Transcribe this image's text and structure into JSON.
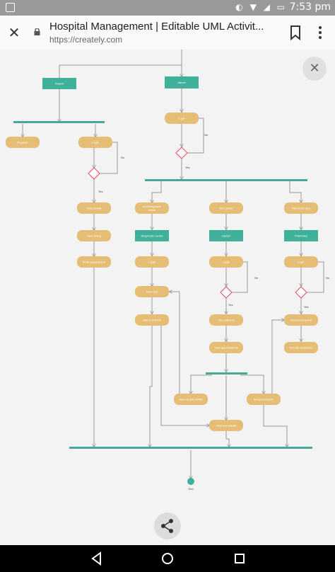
{
  "status_bar": {
    "time": "7:53 pm"
  },
  "toolbar": {
    "title": "Hospital Management | Editable UML Activit...",
    "url": "https://creately.com"
  },
  "diagram": {
    "objects": {
      "patient": "Patient",
      "admin": "Admin",
      "diagnostic_center": "Diagnostic center",
      "doctor": "Doctor",
      "pharmacy": "Pharmacy"
    },
    "activities": {
      "admin_login": "Login",
      "register": "Register",
      "patient_login": "Login",
      "view_details": "View details",
      "view_listing": "View listing",
      "book_appointment": "Book appointment",
      "add_diagnostic_1": "Add diagnostic",
      "add_diagnostic_2": "center",
      "add_doctor": "Add doctor",
      "add_pharmacy": "Add pharmacy",
      "diag_login": "Login",
      "doctor_login": "Login",
      "pharmacy_login": "Login",
      "view_test": "View test",
      "add_test_result": "Add test result",
      "view_patients": "View patients",
      "view_appointments": "View appointments",
      "view_prescription": "View prescription",
      "provide_medicines": "Provide medicines",
      "send_to_test_center": "Send to test center",
      "add_prescription": "Add prescription",
      "view_test_results": "View test results"
    },
    "guards": {
      "no_admin": "No",
      "yes_admin": "Yes",
      "no_patient": "No",
      "yes_patient": "Yes",
      "no_doctor": "No",
      "yes_doctor": "Yes",
      "no_pharmacy": "No",
      "yes_pharmacy": "Yes"
    },
    "end_label": "End"
  },
  "icons": {
    "close": "close-icon",
    "lock": "lock-icon",
    "bookmark": "bookmark-icon",
    "menu": "more-vert-icon",
    "share": "share-icon",
    "back": "back-icon",
    "home": "home-icon",
    "recents": "recents-icon"
  },
  "colors": {
    "activity": "#e6bd74",
    "object": "#3fb19b",
    "decision": "#e04b5f",
    "bar": "#4aa896"
  }
}
